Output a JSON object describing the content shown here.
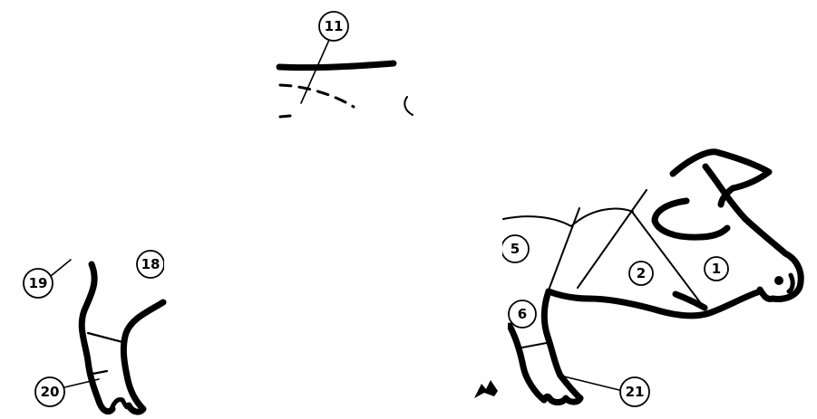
{
  "labels": {
    "l1": "1",
    "l2": "2",
    "l5": "5",
    "l6": "6",
    "l11": "11",
    "l18": "18",
    "l19": "19",
    "l20": "20",
    "l21": "21"
  },
  "colors": {
    "line": "#000000",
    "background": "#ffffff"
  }
}
